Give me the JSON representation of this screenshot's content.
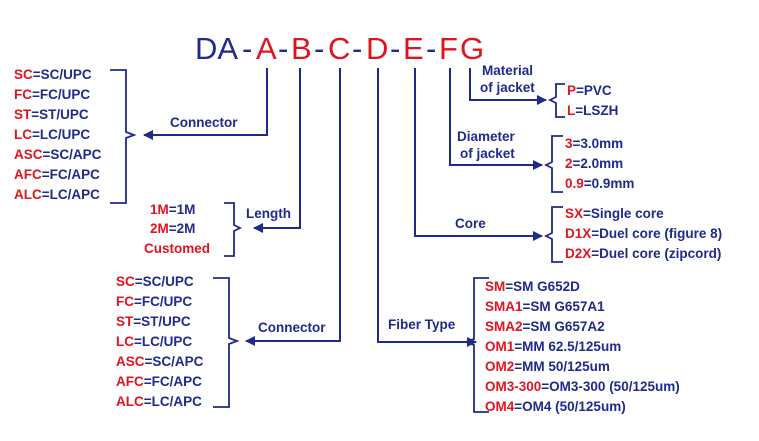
{
  "title": {
    "prefix": "DA",
    "sep": "-",
    "letters": [
      "A",
      "B",
      "C",
      "D",
      "E",
      "F",
      "G"
    ]
  },
  "groups": {
    "connector_a": {
      "label": "Connector",
      "items": [
        {
          "code": "SC",
          "value": "=SC/UPC"
        },
        {
          "code": "FC",
          "value": "=FC/UPC"
        },
        {
          "code": "ST",
          "value": "=ST/UPC"
        },
        {
          "code": "LC",
          "value": "=LC/UPC"
        },
        {
          "code": "ASC",
          "value": "=SC/APC"
        },
        {
          "code": "AFC",
          "value": "=FC/APC"
        },
        {
          "code": "ALC",
          "value": "=LC/APC"
        }
      ]
    },
    "length": {
      "label": "Length",
      "items": [
        {
          "code": "1M",
          "value": "=1M"
        },
        {
          "code": "2M",
          "value": "=2M"
        },
        {
          "code": "Customed",
          "value": ""
        }
      ]
    },
    "connector_c": {
      "label": "Connector",
      "items": [
        {
          "code": "SC",
          "value": "=SC/UPC"
        },
        {
          "code": "FC",
          "value": "=FC/UPC"
        },
        {
          "code": "ST",
          "value": "=ST/UPC"
        },
        {
          "code": "LC",
          "value": "=LC/UPC"
        },
        {
          "code": "ASC",
          "value": "=SC/APC"
        },
        {
          "code": "AFC",
          "value": "=FC/APC"
        },
        {
          "code": "ALC",
          "value": "=LC/APC"
        }
      ]
    },
    "fiber_type": {
      "label": "Fiber Type",
      "items": [
        {
          "code": "SM",
          "value": "=SM G652D"
        },
        {
          "code": "SMA1",
          "value": "=SM G657A1"
        },
        {
          "code": "SMA2",
          "value": "=SM G657A2"
        },
        {
          "code": "OM1",
          "value": "=MM 62.5/125um"
        },
        {
          "code": "OM2",
          "value": "=MM 50/125um"
        },
        {
          "code": "OM3-300",
          "value": "=OM3-300 (50/125um)"
        },
        {
          "code": "OM4",
          "value": "=OM4 (50/125um)"
        }
      ]
    },
    "core": {
      "label": "Core",
      "items": [
        {
          "code": "SX",
          "value": "=Single core"
        },
        {
          "code": "D1X",
          "value": "=Duel core (figure 8)"
        },
        {
          "code": "D2X",
          "value": "=Duel core (zipcord)"
        }
      ]
    },
    "diameter": {
      "label_line1": "Diameter",
      "label_line2": "of jacket",
      "items": [
        {
          "code": "3",
          "value": "=3.0mm"
        },
        {
          "code": "2",
          "value": "=2.0mm"
        },
        {
          "code": "0.9",
          "value": "=0.9mm"
        }
      ]
    },
    "material": {
      "label_line1": "Material",
      "label_line2": "of jacket",
      "items": [
        {
          "code": "P",
          "value": "=PVC"
        },
        {
          "code": "L",
          "value": "=LSZH"
        }
      ]
    }
  },
  "colors": {
    "navy": "#1e2a8c",
    "red": "#e0141e"
  }
}
